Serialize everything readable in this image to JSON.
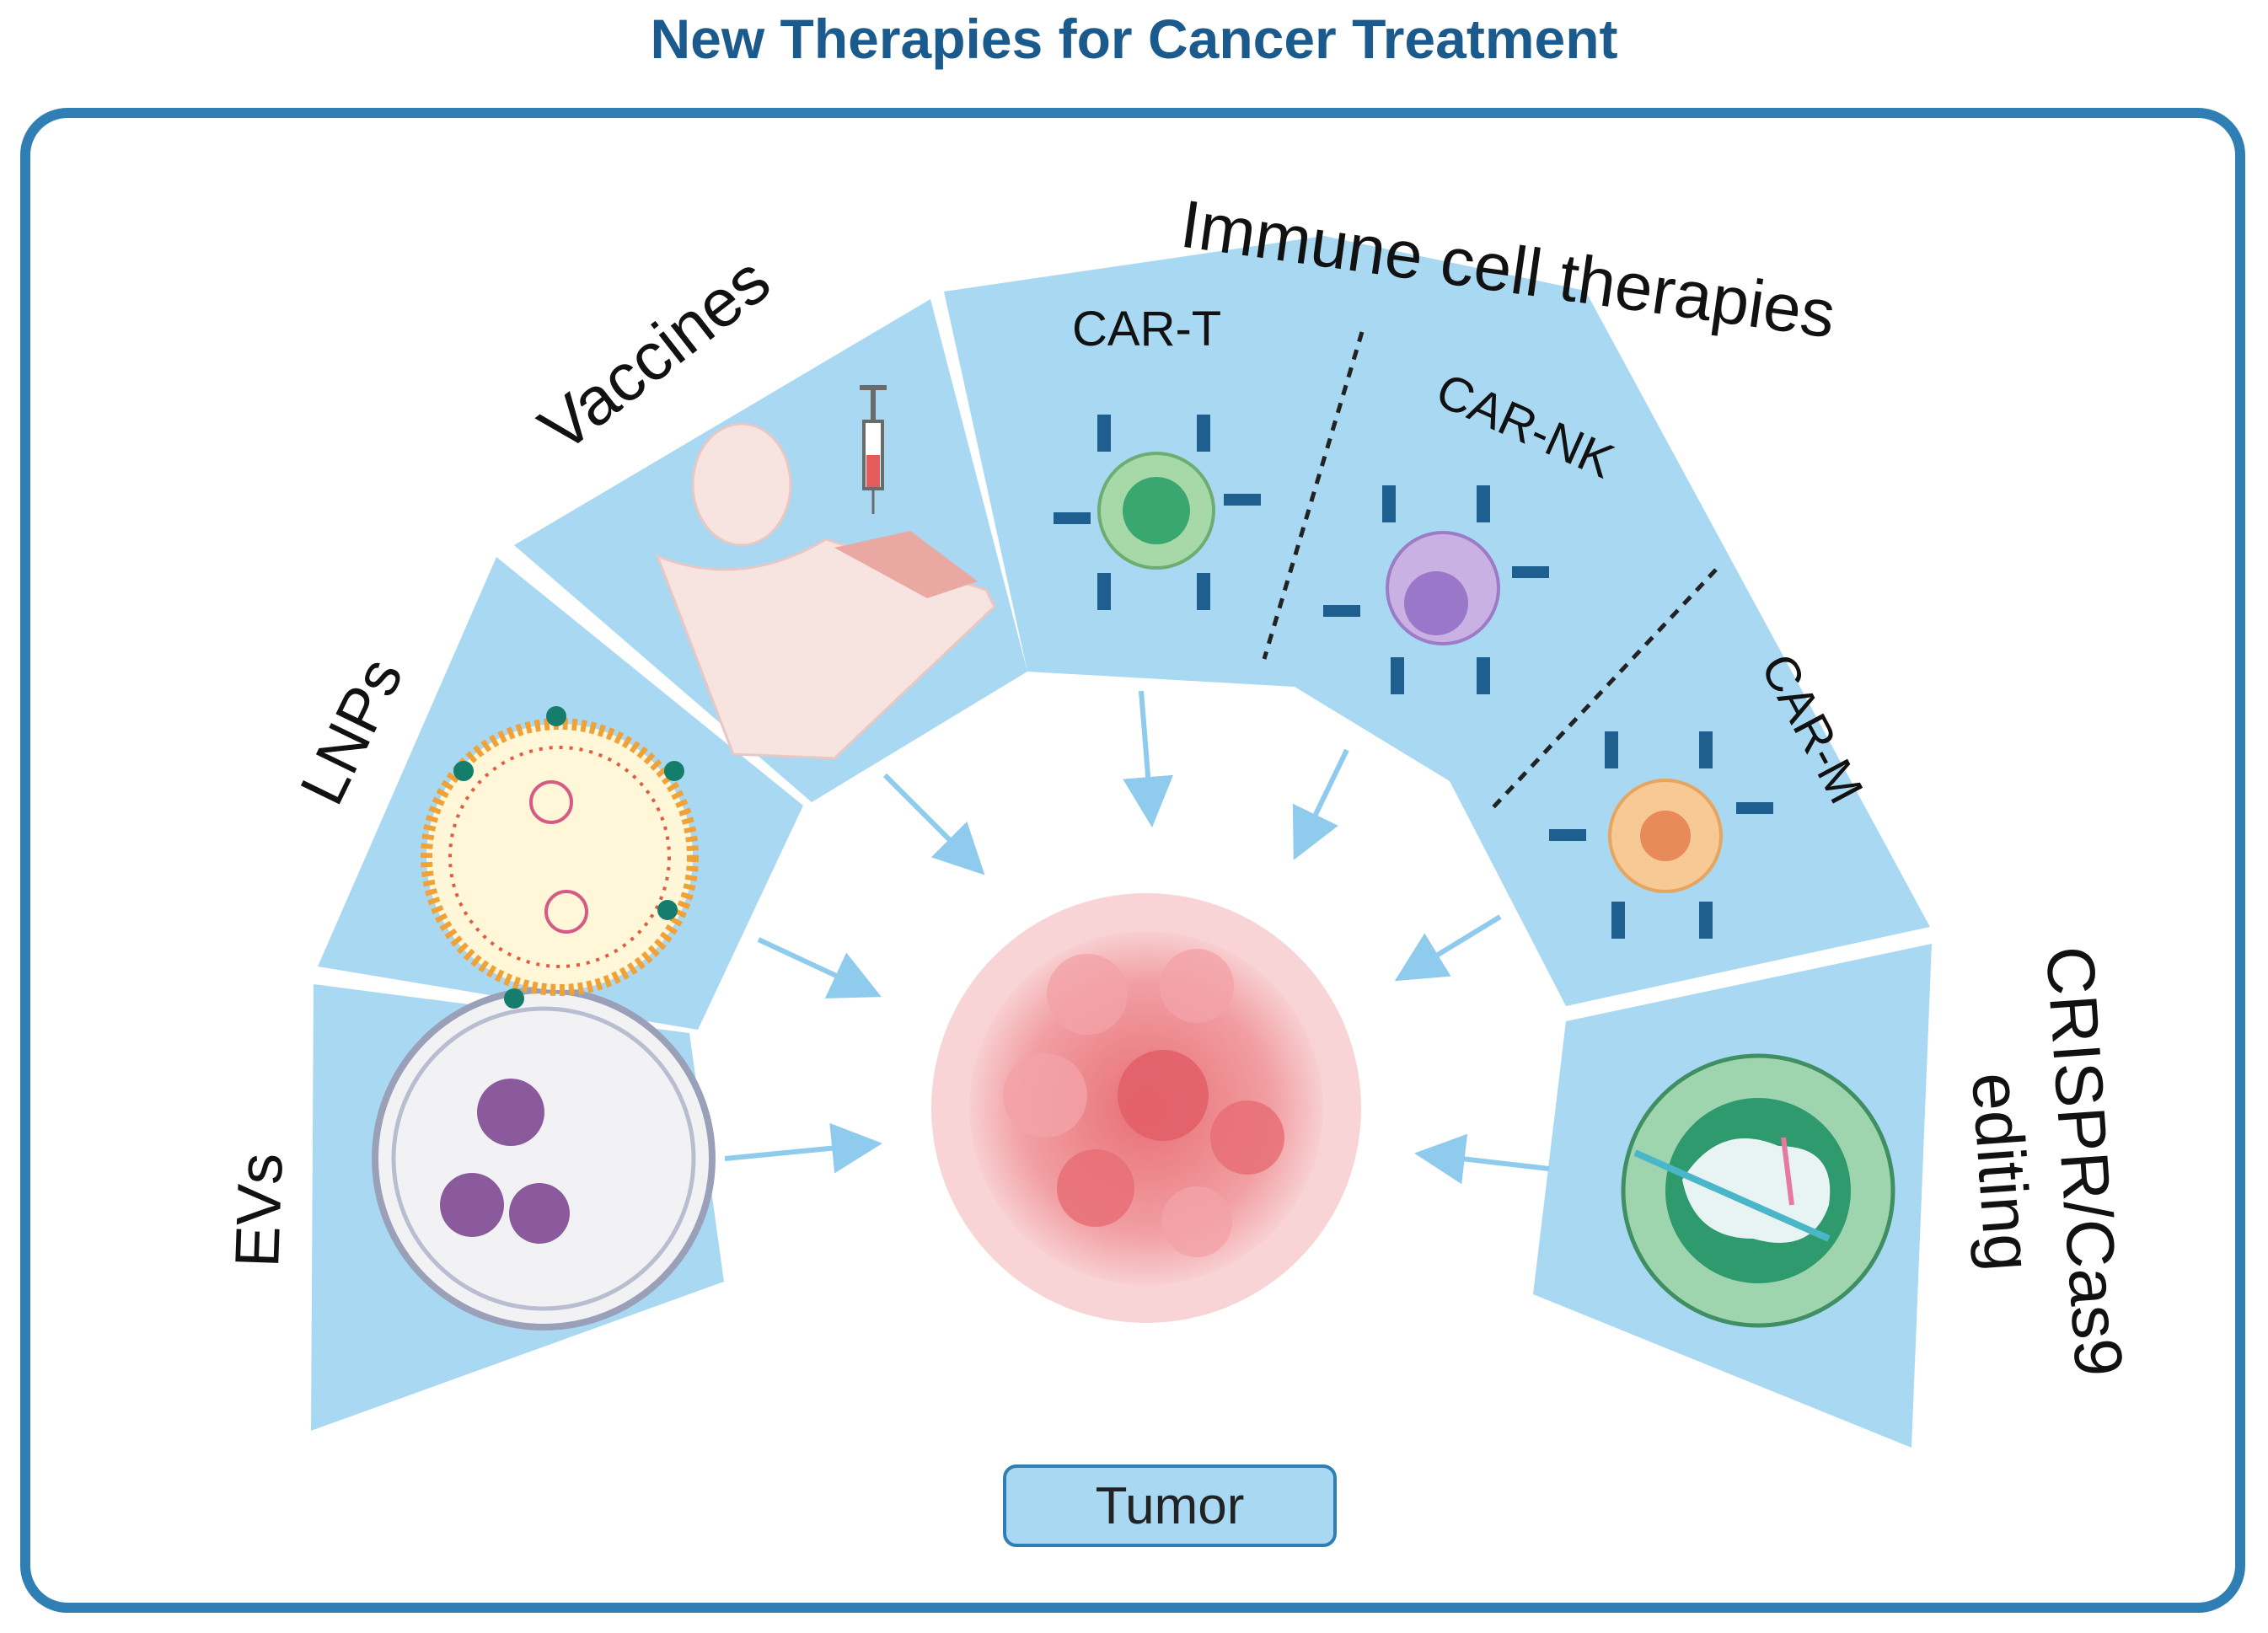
{
  "title": "New Therapies for Cancer Treatment",
  "sectors": {
    "evs": "EVs",
    "lnps": "LNPs",
    "vaccines": "Vaccines",
    "immune": "Immune cell therapies",
    "crispr_line1": "CRISPR/Cas9",
    "crispr_line2": "editing"
  },
  "cells": {
    "car_t": "CAR-T",
    "car_nk": "CAR-NK",
    "car_m": "CAR-M"
  },
  "tumor_label": "Tumor",
  "colors": {
    "title": "#1a5a8c",
    "frame": "#2f7fb5",
    "sector": "#a9d8f2",
    "arrow": "#8ecbec",
    "tumor": "#e86f76"
  }
}
